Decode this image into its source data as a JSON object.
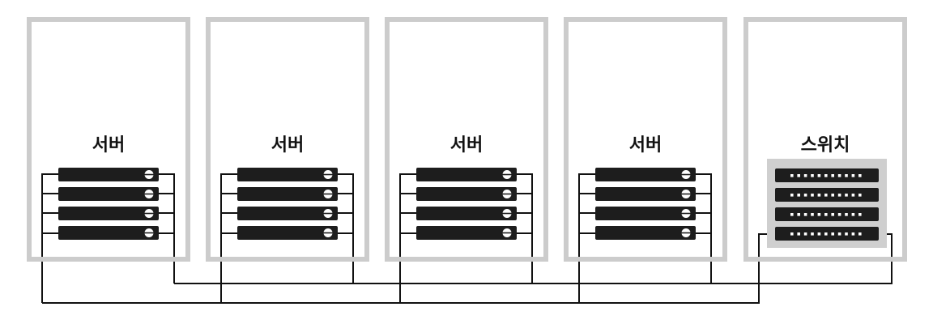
{
  "racks": [
    {
      "label": "서버",
      "kind": "server",
      "units": 4
    },
    {
      "label": "서버",
      "kind": "server",
      "units": 4
    },
    {
      "label": "서버",
      "kind": "server",
      "units": 4
    },
    {
      "label": "서버",
      "kind": "server",
      "units": 4
    },
    {
      "label": "스위치",
      "kind": "switch",
      "units": 4
    }
  ],
  "colors": {
    "rack_frame": "#cccccc",
    "unit": "#1d1d1d",
    "switch_panel": "#cfcfcf",
    "cable": "#111111"
  },
  "icons": {
    "server_unit": "server-unit-icon",
    "switch_unit": "switch-unit-icon"
  }
}
